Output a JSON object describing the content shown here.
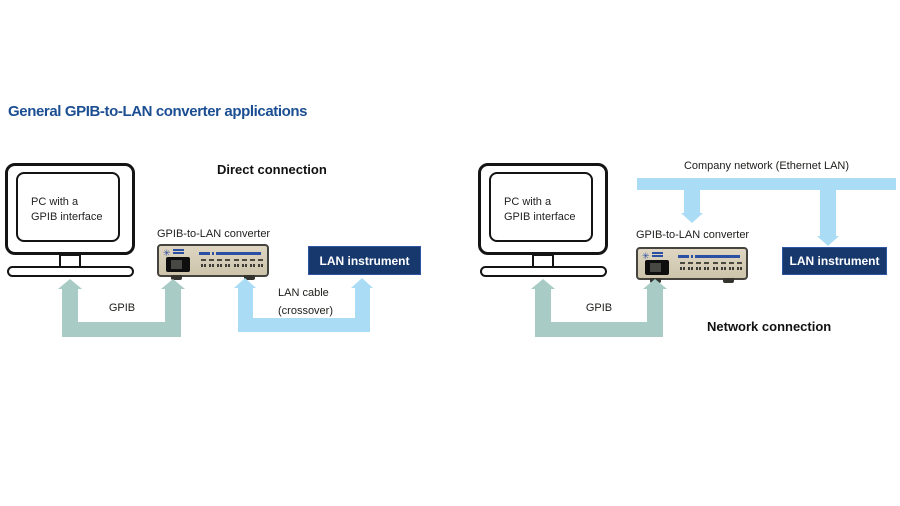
{
  "title": "General GPIB-to-LAN converter applications",
  "direct": {
    "heading": "Direct connection",
    "pc_line1": "PC with a",
    "pc_line2": "GPIB interface",
    "converter_label": "GPIB-to-LAN converter",
    "gpib_label": "GPIB",
    "lan_cable_line1": "LAN cable",
    "lan_cable_line2": "(crossover)",
    "instrument_label": "LAN instrument"
  },
  "network": {
    "heading": "Network connection",
    "pc_line1": "PC with a",
    "pc_line2": "GPIB interface",
    "network_label": "Company network (Ethernet LAN)",
    "converter_label": "GPIB-to-LAN converter",
    "gpib_label": "GPIB",
    "instrument_label": "LAN instrument"
  },
  "colors": {
    "title_blue": "#1b4e92",
    "gpib_cable_teal": "#a8ccc5",
    "lan_cable_blue": "#aadcf6",
    "instrument_navy": "#16386d",
    "device_beige": "#d3cab4"
  }
}
